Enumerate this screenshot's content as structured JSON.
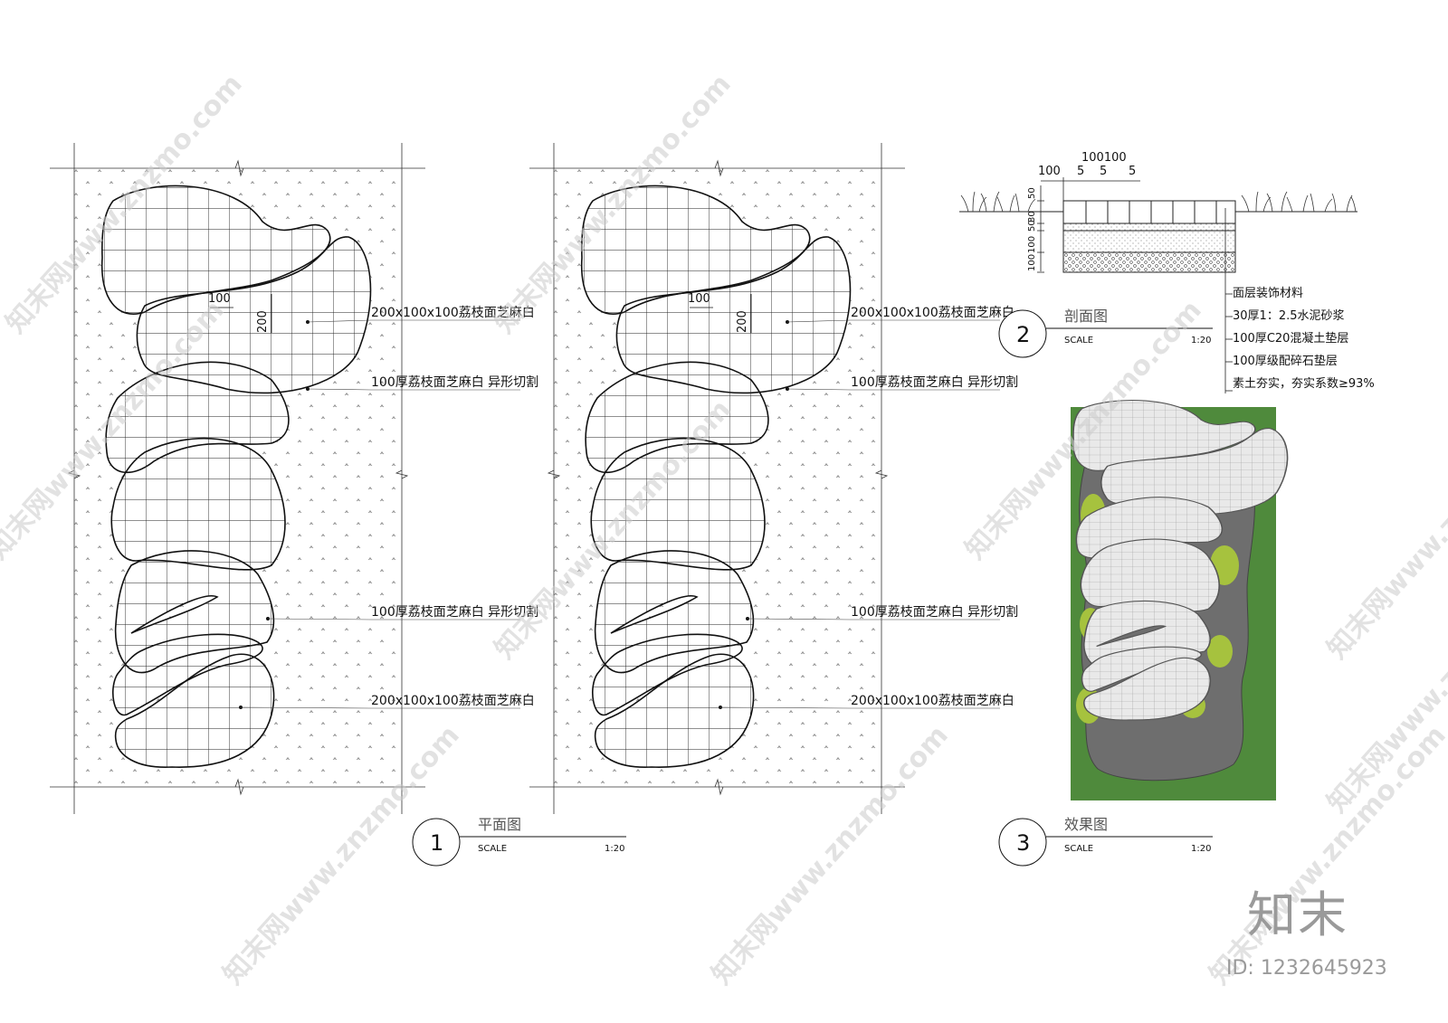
{
  "plans": [
    {
      "dims": {
        "width": "100",
        "height": "200"
      },
      "labels": [
        "200x100x100荔枝面芝麻白",
        "100厚荔枝面芝麻白  异形切割",
        "100厚荔枝面芝麻白  异形切割",
        "200x100x100荔枝面芝麻白"
      ]
    },
    {
      "dims": {
        "width": "100",
        "height": "200"
      },
      "labels": [
        "200x100x100荔枝面芝麻白",
        "100厚荔枝面芝麻白  异形切割",
        "100厚荔枝面芝麻白  异形切割",
        "200x100x100荔枝面芝麻白"
      ]
    }
  ],
  "plan_title": {
    "num": "1",
    "name": "平面图",
    "scale_label": "SCALE",
    "scale": "1:20"
  },
  "section": {
    "top_dims": [
      "100",
      "100",
      "100",
      "5",
      "5",
      "5"
    ],
    "side_dims": [
      "50",
      "30",
      "50",
      "100",
      "100"
    ],
    "layers": [
      "面层装饰材料",
      "30厚1：2.5水泥砂浆",
      "100厚C20混凝土垫层",
      "100厚级配碎石垫层",
      "素土夯实，夯实系数≥93%"
    ],
    "title": {
      "num": "2",
      "name": "剖面图",
      "scale_label": "SCALE",
      "scale": "1:20"
    }
  },
  "render": {
    "title": {
      "num": "3",
      "name": "效果图",
      "scale_label": "SCALE",
      "scale": "1:20"
    },
    "colors": {
      "lawn": "#4f8a3c",
      "paver": "#e6e6e6",
      "gravel": "#6e6e6e",
      "moss": "#a6c23e"
    }
  },
  "watermark": {
    "text": "知末网www.znzmo.com",
    "logo": "知末",
    "id": "ID: 1232645923"
  }
}
